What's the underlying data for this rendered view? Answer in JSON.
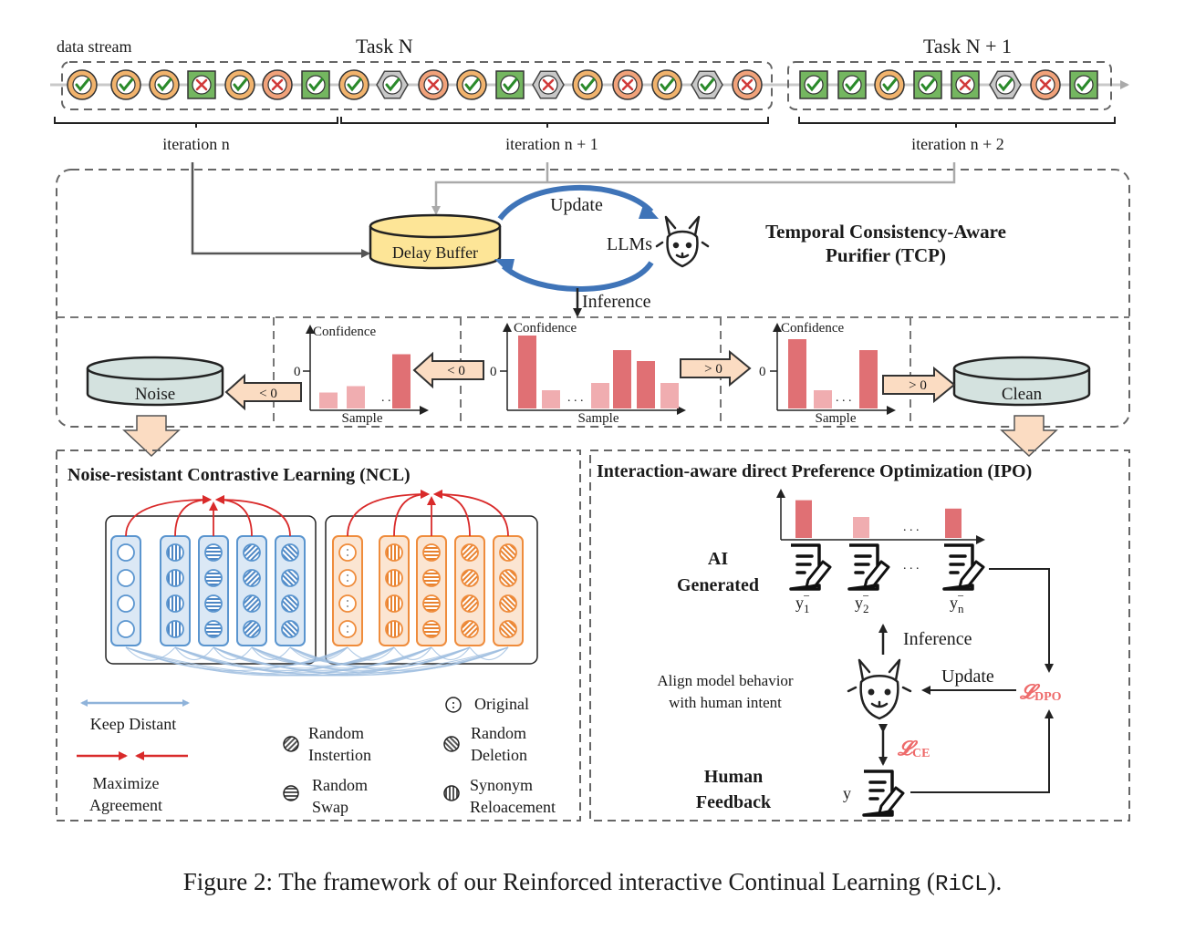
{
  "stream": {
    "label": "data stream",
    "tasks": [
      "Task N",
      "Task N + 1"
    ],
    "iterations": [
      "iteration n",
      "iteration n + 1",
      "iteration n + 2"
    ],
    "items": [
      "ok-c",
      "ok-c",
      "ok-c",
      "bad-s",
      "ok-c",
      "bad-c",
      "ok-s",
      "ok-c",
      "hex-ok",
      "bad-c",
      "ok-c",
      "ok-s",
      "hex-bad",
      "ok-c",
      "bad-c",
      "ok-c",
      "hex-ok",
      "bad-c",
      "ok-s",
      "ok-s",
      "ok-c",
      "ok-s",
      "bad-s",
      "hex-ok",
      "bad-c",
      "ok-s"
    ]
  },
  "tcp": {
    "title_line1": "Temporal Consistency-Aware",
    "title_line2": "Purifier (TCP)",
    "delay_buffer": "Delay Buffer",
    "update": "Update",
    "llms": "LLMs",
    "inference": "Inference",
    "noise": "Noise",
    "clean": "Clean",
    "lt0": "< 0",
    "gt0": "> 0",
    "confidence": "Confidence",
    "sample": "Sample",
    "zero": "0",
    "dots": ". . ."
  },
  "ncl": {
    "title": "Noise-resistant Contrastive Learning (NCL)",
    "keep_distant": "Keep Distant",
    "maximize_l1": "Maximize",
    "maximize_l2": "Agreement",
    "original": "Original",
    "ri_l1": "Random",
    "ri_l2": "Instertion",
    "rd_l1": "Random",
    "rd_l2": "Deletion",
    "rs_l1": "Random",
    "rs_l2": "Swap",
    "sr_l1": "Synonym",
    "sr_l2": "Reloacement"
  },
  "ipo": {
    "title": "Interaction-aware direct Preference Optimization (IPO)",
    "ai_l1": "AI",
    "ai_l2": "Generated",
    "y1": "y",
    "y2": "y",
    "yn": "y",
    "sub1": "1",
    "sub2": "2",
    "subn": "n",
    "sup": "−",
    "dots": ". . .",
    "inference": "Inference",
    "update": "Update",
    "align_l1": "Align model behavior",
    "align_l2": "with human intent",
    "human_l1": "Human",
    "human_l2": "Feedback",
    "y": "y",
    "loss_dpo": "𝓛",
    "loss_dpo_sub": "DPO",
    "loss_ce": "𝓛",
    "loss_ce_sub": "CE"
  },
  "caption": {
    "prefix": "Figure 2: The framework of our Reinforced interactive Continual Learning (",
    "code": "RiCL",
    "suffix": ")."
  },
  "colors": {
    "ok_circle": "#f1b36d",
    "ok_square": "#74b660",
    "bad_circle": "#f1a27a",
    "hex": "#c8c8c8",
    "bar_dark": "#e07074",
    "bar_light": "#f0adb0",
    "blue": "#5a95cf",
    "orange": "#ef8c3c",
    "loss": "#ee6b6b",
    "arrow_fill": "#fbdcc2"
  },
  "chart_data": [
    {
      "type": "bar",
      "values": [
        0.25,
        0.35,
        0.85
      ],
      "note": "left"
    },
    {
      "type": "bar",
      "values": [
        1.0,
        0.25,
        0.35,
        0.8,
        0.65,
        0.35
      ],
      "note": "middle"
    },
    {
      "type": "bar",
      "values": [
        0.95,
        0.25,
        0.8
      ],
      "note": "right"
    },
    {
      "type": "bar",
      "values": [
        0.9,
        0.5,
        0.7
      ],
      "note": "ipo"
    }
  ]
}
